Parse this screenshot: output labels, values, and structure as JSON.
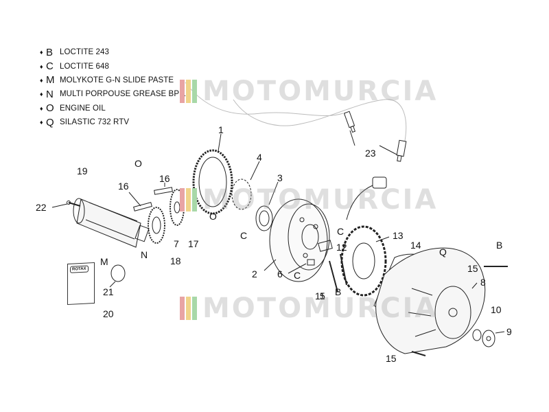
{
  "legend": [
    {
      "code": "B",
      "desc": "LOCTITE 243"
    },
    {
      "code": "C",
      "desc": "LOCTITE 648"
    },
    {
      "code": "M",
      "desc": "MOLYKOTE G-N SLIDE PASTE"
    },
    {
      "code": "N",
      "desc": "MULTI PORPOUSE GREASE BP LS"
    },
    {
      "code": "O",
      "desc": "ENGINE OIL"
    },
    {
      "code": "Q",
      "desc": "SILASTIC 732 RTV"
    }
  ],
  "drop_glyph": "💧",
  "watermark": "MOTOMURCIA",
  "watermark_colors": [
    "#e8a4a4",
    "#f0d48a",
    "#a8d8a8"
  ],
  "rotax_badge": "ROTAX",
  "part_labels": {
    "p1": "1",
    "p2": "2",
    "p3": "3",
    "p4": "4",
    "p5": "5",
    "p6": "6",
    "p7": "7",
    "p8": "8",
    "p9": "9",
    "p10": "10",
    "p11": "11",
    "p12": "12",
    "p13": "13",
    "p14": "14",
    "p15a": "15",
    "p15b": "15",
    "p16a": "16",
    "p16b": "16",
    "p17": "17",
    "p18": "18",
    "p19": "19",
    "p20": "20",
    "p21": "21",
    "p22": "22",
    "p23": "23"
  },
  "material_labels": {
    "o1": "O",
    "o2": "O",
    "n1": "N",
    "m1": "M",
    "c1": "C",
    "c2": "C",
    "c3": "C",
    "b1": "B",
    "b2": "B",
    "q1": "Q"
  }
}
